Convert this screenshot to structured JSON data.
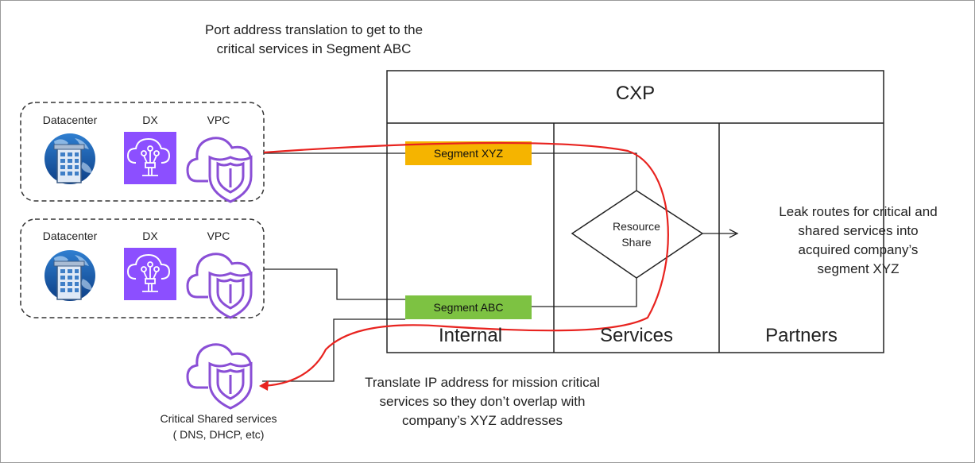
{
  "notes": {
    "port_translation": [
      "Port address translation to get to the",
      "critical services in Segment ABC"
    ],
    "leak_routes": [
      "Leak routes for critical and",
      "shared services into",
      "acquired company’s",
      "segment XYZ"
    ],
    "translate_ip": [
      "Translate IP address for mission critical",
      "services so they don’t overlap with",
      "company’s XYZ addresses"
    ]
  },
  "cxp": {
    "title": "CXP",
    "columns": [
      "Internal",
      "Services",
      "Partners"
    ]
  },
  "segments": {
    "xyz": {
      "label": "Segment XYZ",
      "color": "#f5b400"
    },
    "abc": {
      "label": "Segment ABC",
      "color": "#7dc242"
    }
  },
  "resource_share": [
    "Resource",
    "Share"
  ],
  "sites": [
    {
      "datacenter": "Datacenter",
      "dx": "DX",
      "vpc": "VPC"
    },
    {
      "datacenter": "Datacenter",
      "dx": "DX",
      "vpc": "VPC"
    }
  ],
  "shared_services": [
    "Critical Shared services",
    "( DNS, DHCP, etc)"
  ],
  "icons": {
    "datacenter": "datacenter-globe-icon",
    "dx": "direct-connect-icon",
    "vpc": "vpc-cloud-shield-icon",
    "shared": "vpc-cloud-shield-icon"
  },
  "colors": {
    "icon_purple": "#8a4fd6",
    "dx_bg": "#8c4fff",
    "route_red": "#e8231f",
    "line": "#222222"
  }
}
